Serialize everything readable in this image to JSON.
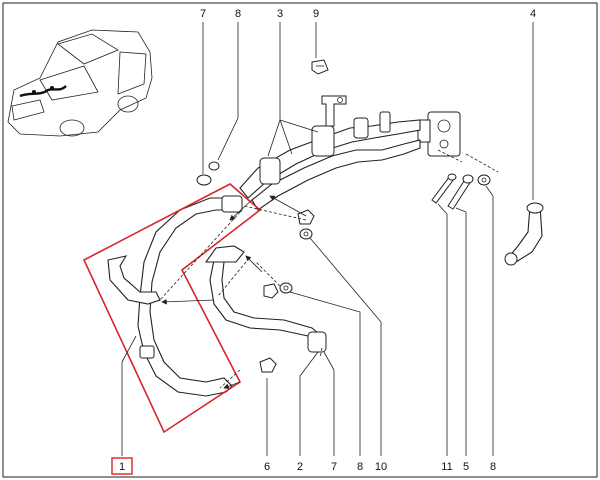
{
  "callouts": {
    "top": [
      "7",
      "8",
      "3",
      "9",
      "4"
    ],
    "bottom": [
      "1",
      "6",
      "2",
      "7",
      "8",
      "10",
      "11",
      "5",
      "8"
    ]
  },
  "highlighted_part": "1",
  "colors": {
    "highlight": "#d8242b",
    "line": "#222222",
    "background": "#ffffff"
  }
}
